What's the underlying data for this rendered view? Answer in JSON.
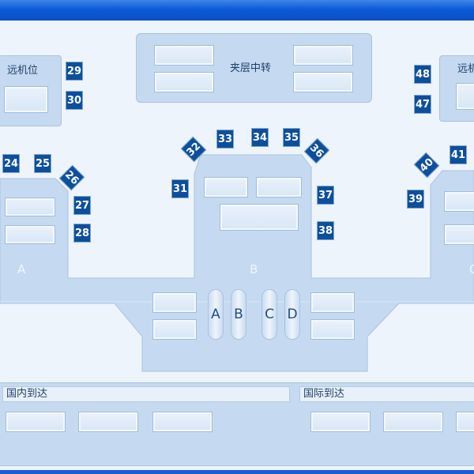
{
  "colors": {
    "titlebar": "#0a4fc4",
    "block": "#c5daf0",
    "gate": "#0d4f9c",
    "canvas": "#eef4fb"
  },
  "areas": {
    "remote_left": "远机位",
    "remote_right": "远机",
    "mezzanine": "夹层中转",
    "domestic_arrivals": "国内到达",
    "international_arrivals": "国际到达"
  },
  "piers": {
    "a": "A",
    "b": "B",
    "c": "C"
  },
  "channels": [
    "A",
    "B",
    "C",
    "D"
  ],
  "gates": {
    "g24": "24",
    "g25": "25",
    "g26": "26",
    "g27": "27",
    "g28": "28",
    "g29": "29",
    "g30": "30",
    "g31": "31",
    "g32": "32",
    "g33": "33",
    "g34": "34",
    "g35": "35",
    "g36": "36",
    "g37": "37",
    "g38": "38",
    "g39": "39",
    "g40": "40",
    "g41": "41",
    "g47": "47",
    "g48": "48"
  }
}
